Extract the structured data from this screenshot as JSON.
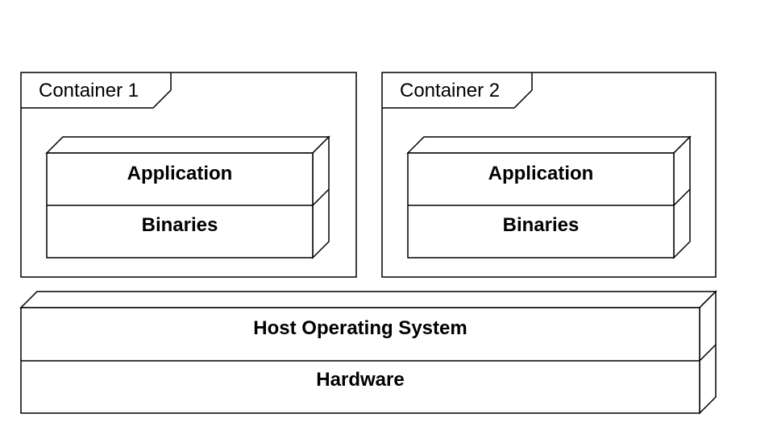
{
  "diagram": {
    "containers": [
      {
        "title": "Container 1",
        "top_layer": "Application",
        "bottom_layer": "Binaries"
      },
      {
        "title": "Container 2",
        "top_layer": "Application",
        "bottom_layer": "Binaries"
      }
    ],
    "host": {
      "top_layer": "Host Operating System",
      "bottom_layer": "Hardware"
    },
    "colors": {
      "stroke": "#000000",
      "fill": "#ffffff"
    }
  }
}
